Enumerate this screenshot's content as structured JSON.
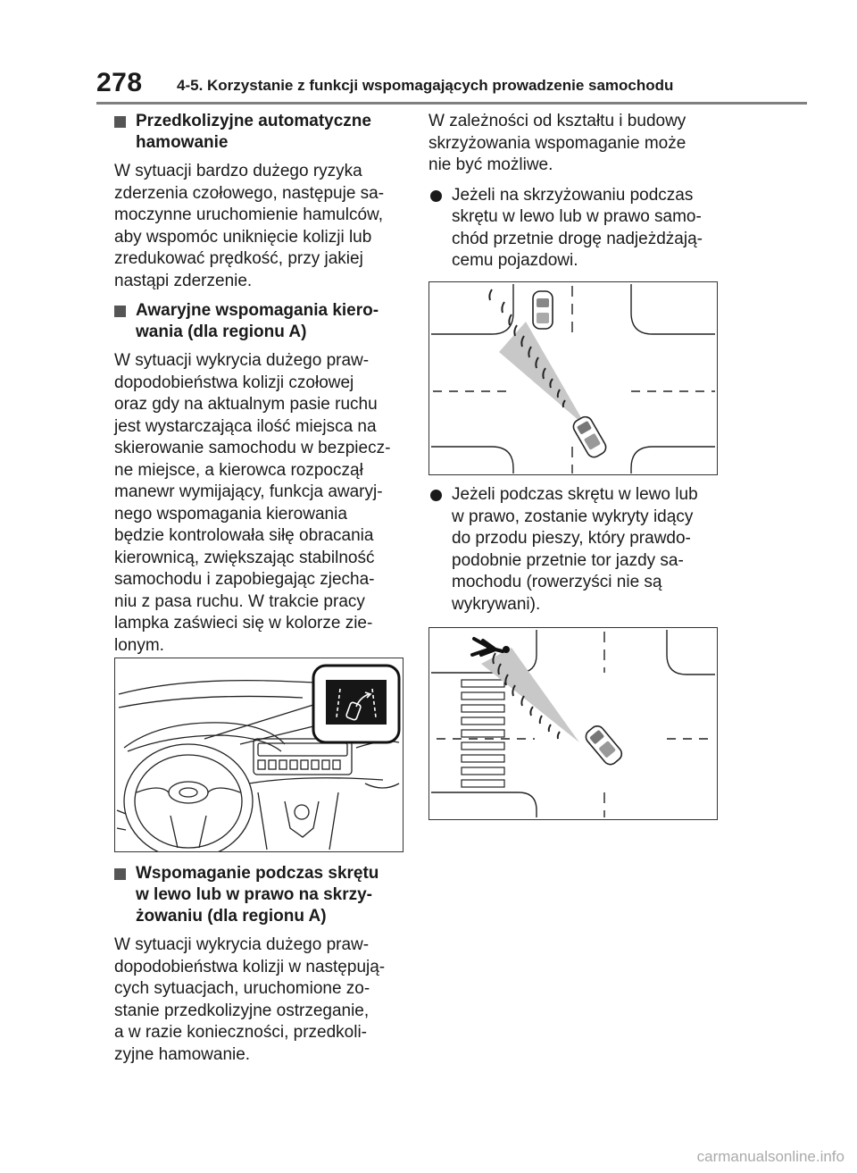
{
  "header": {
    "page_number": "278",
    "chapter_title": "4-5. Korzystanie z funkcji wspomagających prowadzenie samochodu"
  },
  "left": {
    "sec1": {
      "lines": [
        "Przedkolizyjne automatyczne",
        "hamowanie"
      ],
      "body": [
        "W sytuacji bardzo dużego ryzyka",
        "zderzenia czołowego, następuje sa-",
        "moczynne uruchomienie hamulców,",
        "aby wspomóc uniknięcie kolizji lub",
        "zredukować prędkość, przy jakiej",
        "nastąpi zderzenie."
      ]
    },
    "sec2": {
      "lines": [
        "Awaryjne wspomagania kiero-",
        "wania (dla regionu A)"
      ],
      "body": [
        "W sytuacji wykrycia dużego praw-",
        "dopodobieństwa kolizji czołowej",
        "oraz gdy na aktualnym pasie ruchu",
        "jest wystarczająca ilość miejsca na",
        "skierowanie samochodu w bezpiecz-",
        "ne miejsce, a kierowca rozpoczął",
        "manewr wymijający, funkcja awaryj-",
        "nego wspomagania kierowania",
        "będzie kontrolowała siłę obracania",
        "kierownicą, zwiększając stabilność",
        "samochodu i zapobiegając zjecha-",
        "niu z pasa ruchu. W trakcie pracy",
        "lampka zaświeci się w kolorze zie-",
        "lonym."
      ]
    },
    "sec3": {
      "lines": [
        "Wspomaganie podczas skrętu",
        "w lewo lub w prawo na skrzy-",
        "żowaniu (dla regionu A)"
      ],
      "body": [
        "W sytuacji wykrycia dużego praw-",
        "dopodobieństwa kolizji w następują-",
        "cych sytuacjach, uruchomione zo-",
        "stanie przedkolizyjne ostrzeganie,",
        "a w razie konieczności, przedkoli-",
        "zyjne hamowanie."
      ]
    }
  },
  "right": {
    "intro": [
      "W zależności od kształtu i budowy",
      "skrzyżowania wspomaganie może",
      "nie być możliwe."
    ],
    "bullet1": [
      "Jeżeli na skrzyżowaniu podczas",
      "skrętu w lewo lub w prawo samo-",
      "chód przetnie drogę nadjeżdżają-",
      "cemu pojazdowi."
    ],
    "bullet2": [
      "Jeżeli podczas skrętu w lewo lub",
      "w prawo, zostanie wykryty idący",
      "do przodu pieszy, który prawdo-",
      "podobnie przetnie tor jazdy sa-",
      "mochodu (rowerzyści nie są",
      "wykrywani)."
    ]
  },
  "footer": {
    "watermark": "carmanualsonline.info"
  },
  "icons": {
    "section_marker": "square-bullet-icon",
    "list_marker": "round-bullet-icon",
    "indicator": "steering-assist-indicator-icon"
  },
  "colors": {
    "rule": "#7f7f7f",
    "marker": "#555555",
    "text": "#1a1a1a",
    "watermark": "#aaaaaa",
    "sensor_cone": "#c8c8c8"
  }
}
